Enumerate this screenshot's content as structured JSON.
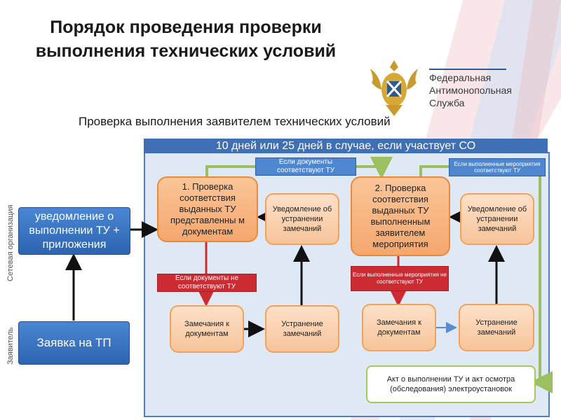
{
  "title": "Порядок проведения проверки выполнения технических условий",
  "subtitle": "Проверка выполнения заявителем технических условий",
  "logo": {
    "line1": "Федеральная",
    "line2": "Антимонопольная",
    "line3": "Служба",
    "emblem": "double-headed-eagle-emblem"
  },
  "lanes": {
    "network": "Сетевая организация",
    "applicant": "Заявитель"
  },
  "panel_header": "10 дней или 25 дней в случае, если участвует СО",
  "nodes": {
    "notice": "уведомление о выполнении ТУ + приложения",
    "request": "Заявка на ТП",
    "check1": "1. Проверка соответствия выданных ТУ представленны м документам",
    "check2": "2. Проверка соответствия выданных ТУ выполненным заявителем мероприятия",
    "notify1": "Уведомление об устранении замечаний",
    "notify2": "Уведомление об устранении замечаний",
    "remarks1": "Замечания к документам",
    "remarks2": "Замечания к документам",
    "fix1": "Устранение замечаний",
    "fix2": "Устранение замечаний",
    "act": "Акт о выполнении ТУ и акт осмотра (обследования) электроустановок"
  },
  "tags": {
    "docs_ok": "Если документы соответствуют ТУ",
    "docs_not_ok": "Если документы не соответствуют ТУ",
    "measures_ok": "Если выполненные мероприятия соответствуют ТУ",
    "measures_not_ok": "Если выполненные мероприятия не соответствуют ТУ"
  },
  "colors": {
    "header_blue": "#3f6fb5",
    "panel_bg": "#dfe9f5",
    "orange_box": "#f7c49a",
    "green_arrow": "#9cc060",
    "red_tag": "#cc2b32"
  }
}
